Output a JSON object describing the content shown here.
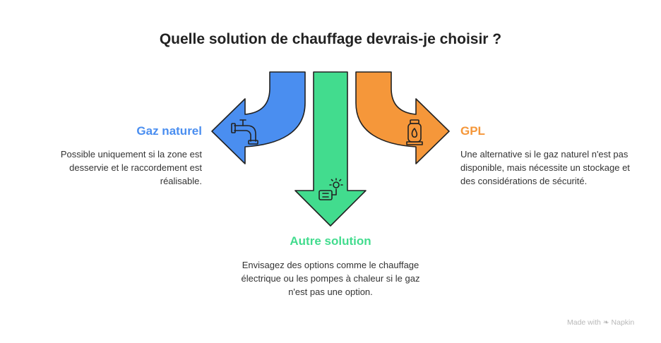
{
  "title": "Quelle solution de chauffage devrais-je choisir ?",
  "options": {
    "left": {
      "heading": "Gaz naturel",
      "description": "Possible uniquement si la zone est desservie et le raccordement est réalisable.",
      "color": "#4a8ef0",
      "icon": "gas-pipe-icon"
    },
    "middle": {
      "heading": "Autre solution",
      "description": "Envisagez des options comme le chauffage électrique ou les pompes à chaleur si le gaz n'est pas une option.",
      "color": "#42dc8e",
      "icon": "heater-icon"
    },
    "right": {
      "heading": "GPL",
      "description": "Une alternative si le gaz naturel n'est pas disponible, mais nécessite un stockage et des considérations de sécurité.",
      "color": "#f5973a",
      "icon": "gas-cylinder-icon"
    }
  },
  "credit": {
    "made_with": "Made with",
    "brand": "Napkin"
  }
}
